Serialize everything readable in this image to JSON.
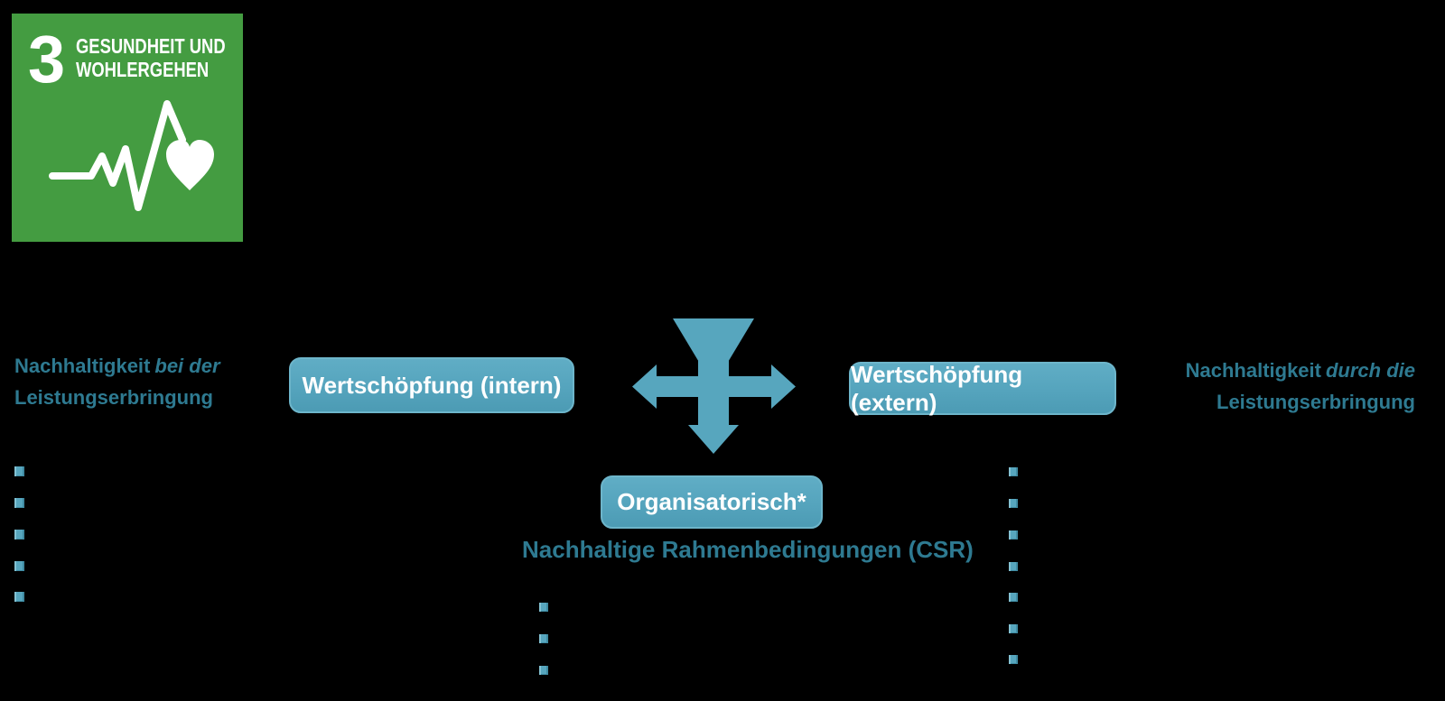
{
  "slide": {
    "background": "#000000"
  },
  "sdg_badge": {
    "number": "3",
    "title_line1": "GESUNDHEIT UND",
    "title_line2": "WOHLERGEHEN",
    "bg_color": "#449C41"
  },
  "headings": {
    "left": {
      "line1_text": "Nachhaltigkeit",
      "line1_italic": "bei der",
      "line2": "Leistungserbringung"
    },
    "right": {
      "line1_text": "Nachhaltigkeit",
      "line1_italic": "durch die",
      "line2": "Leistungserbringung"
    }
  },
  "boxes": {
    "intern_label": "Wertschöpfung (intern)",
    "extern_label": "Wertschöpfung (extern)",
    "organisatorisch_label": "Organisatorisch*"
  },
  "csr_heading": "Nachhaltige Rahmenbedingungen (CSR)",
  "bullet_lists": {
    "left_bullet_count": 5,
    "center_bullet_count": 3,
    "right_bullet_count": 7
  },
  "colors": {
    "accent_teal_fill": "#57A6BE",
    "teal_heading_text": "#2E7A91",
    "sdg_green": "#449C41",
    "white": "#FFFFFF"
  }
}
